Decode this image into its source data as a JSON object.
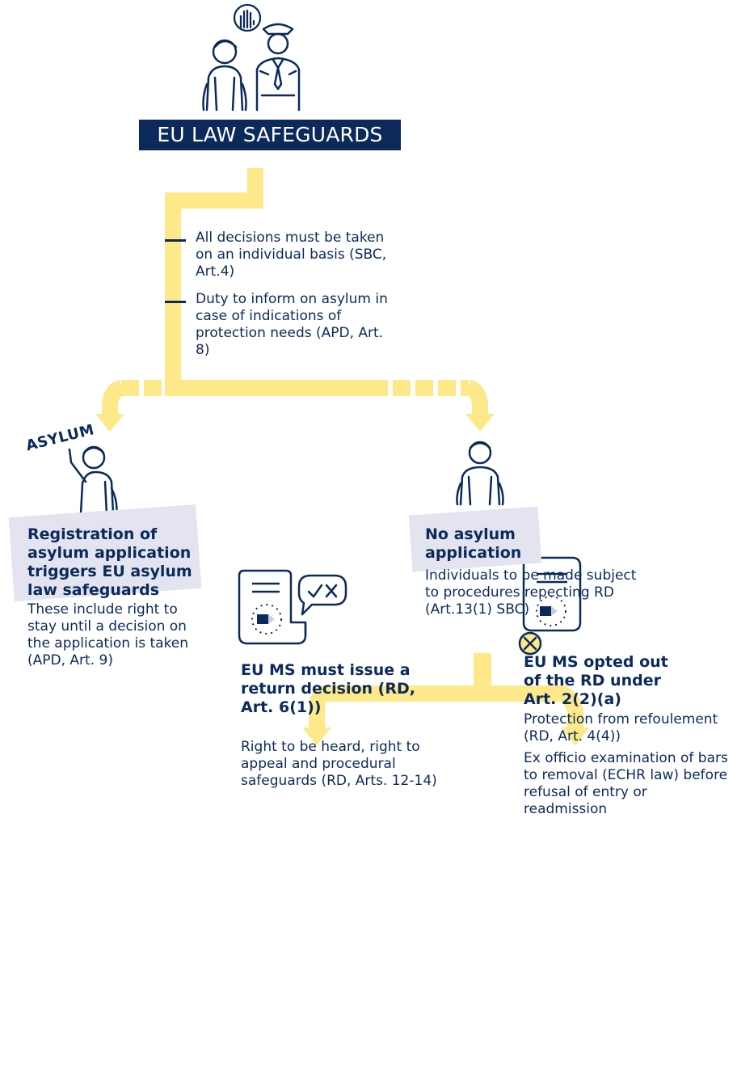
{
  "title": "EU LAW SAFEGUARDS",
  "safeguards": [
    {
      "text": "All decisions must be taken on an individual basis (SBC, Art.4)"
    },
    {
      "text": "Duty to inform on asylum in case of indications of protection needs (APD, Art. 8)"
    }
  ],
  "left_branch": {
    "sign": "ASYLUM",
    "heading": "Registration of asylum application triggers EU asylum law safeguards",
    "body": "These include right to stay until a decision on the application is taken (APD, Art. 9)"
  },
  "right_branch": {
    "heading": "No asylum application",
    "body": "Individuals to be made subject to procedures repecting RD (Art.13(1) SBC)"
  },
  "outcome_left": {
    "heading": "EU MS must issue a return decision (RD, Art. 6(1))",
    "body": "Right to be heard, right to appeal and procedural safeguards (RD, Arts. 12-14)"
  },
  "outcome_right": {
    "heading": "EU MS opted out of the RD under Art. 2(2)(a)",
    "body1": "Protection from refoulement (RD, Art. 4(4))",
    "body2": "Ex officio examination of bars to removal (ECHR law) before refusal of entry or readmission"
  },
  "colors": {
    "navy": "#0b2a5b",
    "yellow": "#fde98a",
    "panel": "#e3e4ef"
  },
  "icons": [
    "officer-with-person-icon",
    "stop-hand-icon",
    "person-raising-hand-icon",
    "person-icon",
    "return-decision-document-icon",
    "check-cross-speech-icon",
    "opt-out-document-icon",
    "cross-mark-icon"
  ]
}
